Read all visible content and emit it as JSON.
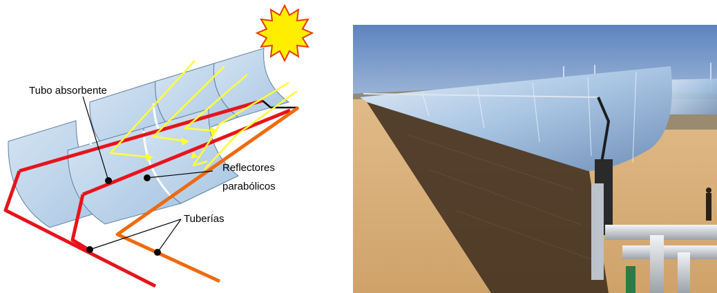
{
  "diagram": {
    "labels": {
      "absorber_tube": "Tubo absorbente",
      "reflectors_line1": "Reflectores",
      "reflectors_line2": "parabólicos",
      "pipes": "Tuberías"
    },
    "colors": {
      "reflector_fill": "#b8d3ea",
      "reflector_edge": "#5f7f9f",
      "sun_rays_light": "#ffff33",
      "hot_pipe": "#e8131b",
      "cold_pipe": "#ee6a10",
      "sun_core": "#ffee00",
      "sun_edge": "#e83a00"
    }
  },
  "photo": {
    "subject": "parabolic-trough-collector-field-photo",
    "colors": {
      "sky": "#6b8fc4",
      "ground": "#d8b07a",
      "mirror": "#bcd2ea",
      "shadow": "#3b2a1c"
    }
  }
}
